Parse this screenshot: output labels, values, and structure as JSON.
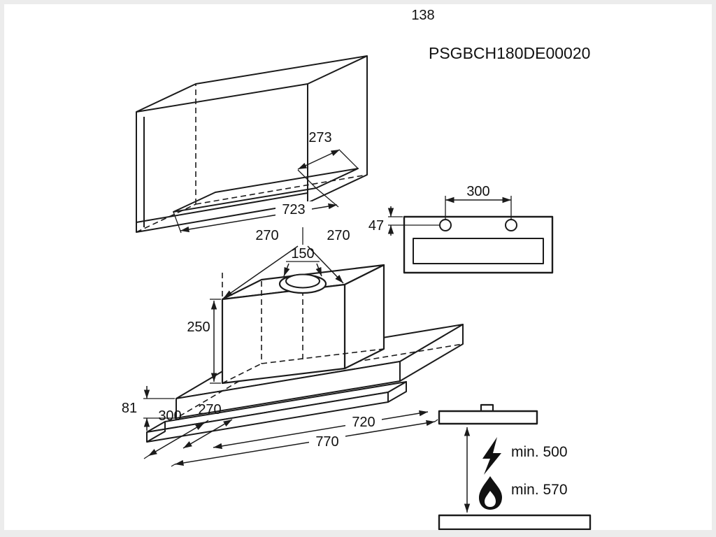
{
  "page": {
    "number": "138",
    "code": "PSGBCH180DE00020"
  },
  "cabinet_view": {
    "cutout_width": "723",
    "cutout_depth": "273"
  },
  "mounting_view": {
    "hole_spacing": "300",
    "hole_offset": "47"
  },
  "hood_view": {
    "duct_offset_left": "270",
    "duct_offset_right": "270",
    "duct_diameter": "150",
    "chimney_height": "250",
    "front_height": "81",
    "depth": "300",
    "front_depth": "270",
    "body_width": "720",
    "total_width": "770"
  },
  "clearance_view": {
    "electric_min": "min. 500",
    "gas_min": "min. 570"
  }
}
